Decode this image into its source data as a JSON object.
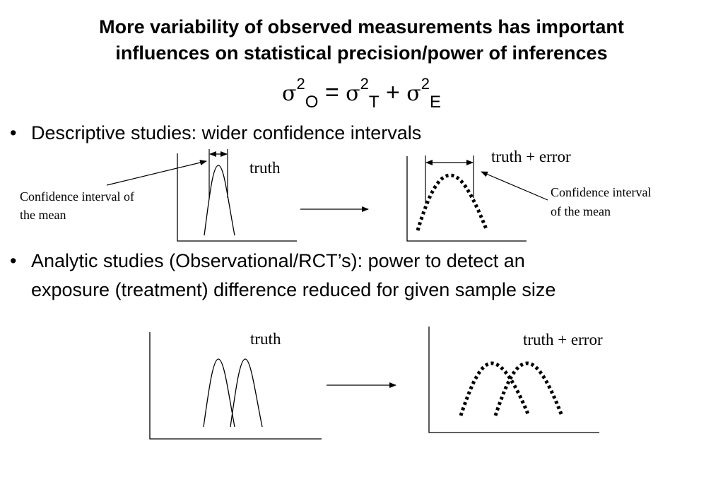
{
  "title": {
    "line1": "More variability of observed measurements has important",
    "line2": "influences on statistical precision/power of inferences"
  },
  "equation": {
    "sigma": "σ",
    "sup": "2",
    "sub_o": "O",
    "equals": "=",
    "sub_t": "T",
    "plus": "+",
    "sub_e": "E"
  },
  "bullets": {
    "descriptive": "Descriptive studies:  wider confidence intervals",
    "analytic_line1": "Analytic studies (Observational/RCT’s): power to detect an",
    "analytic_line2": "exposure (treatment) difference reduced for given sample size"
  },
  "diagram1": {
    "truth_label": "truth",
    "error_label": "truth + error",
    "ci_left_line1": "Confidence interval of",
    "ci_left_line2": "the mean",
    "ci_right_line1": "Confidence interval",
    "ci_right_line2": "of the mean"
  },
  "diagram2": {
    "truth_label": "truth",
    "error_label": "truth + error"
  }
}
